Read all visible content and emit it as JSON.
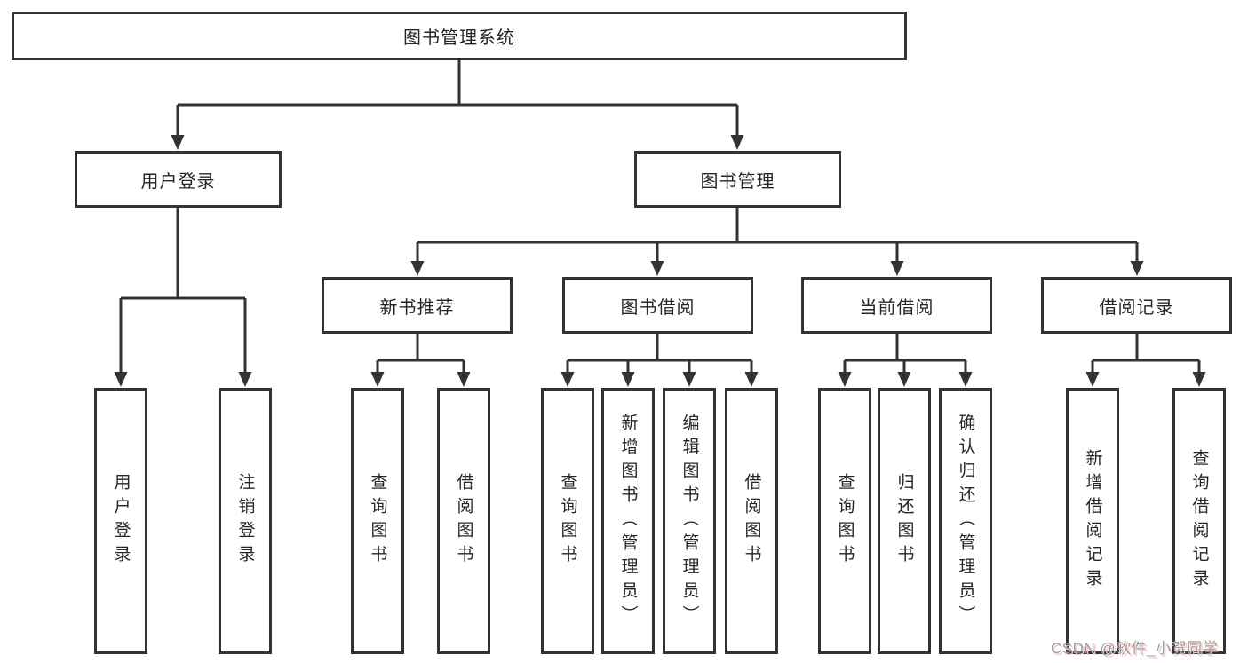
{
  "diagram_title": "图书管理系统",
  "watermark": {
    "text": "CSDN @软件_小贺同学"
  },
  "colors": {
    "line": "#333333",
    "box_border": "#333333",
    "text": "#262626",
    "background": "#ffffff",
    "watermark_text": "#9e9e9e",
    "watermark_shadow": "#f6c6c6"
  },
  "tree": {
    "root": {
      "label": "图书管理系统",
      "children": [
        {
          "label": "用户登录",
          "children": [
            {
              "label": "用户登录"
            },
            {
              "label": "注销登录"
            }
          ]
        },
        {
          "label": "图书管理",
          "children": [
            {
              "label": "新书推荐",
              "children": [
                {
                  "label": "查询图书"
                },
                {
                  "label": "借阅图书"
                }
              ]
            },
            {
              "label": "图书借阅",
              "children": [
                {
                  "label": "查询图书"
                },
                {
                  "label": "新增图书（管理员）"
                },
                {
                  "label": "编辑图书（管理员）"
                },
                {
                  "label": "借阅图书"
                }
              ]
            },
            {
              "label": "当前借阅",
              "children": [
                {
                  "label": "查询图书"
                },
                {
                  "label": "归还图书"
                },
                {
                  "label": "确认归还（管理员）"
                }
              ]
            },
            {
              "label": "借阅记录",
              "children": [
                {
                  "label": "新增借阅记录"
                },
                {
                  "label": "查询借阅记录"
                }
              ]
            }
          ]
        }
      ]
    }
  }
}
